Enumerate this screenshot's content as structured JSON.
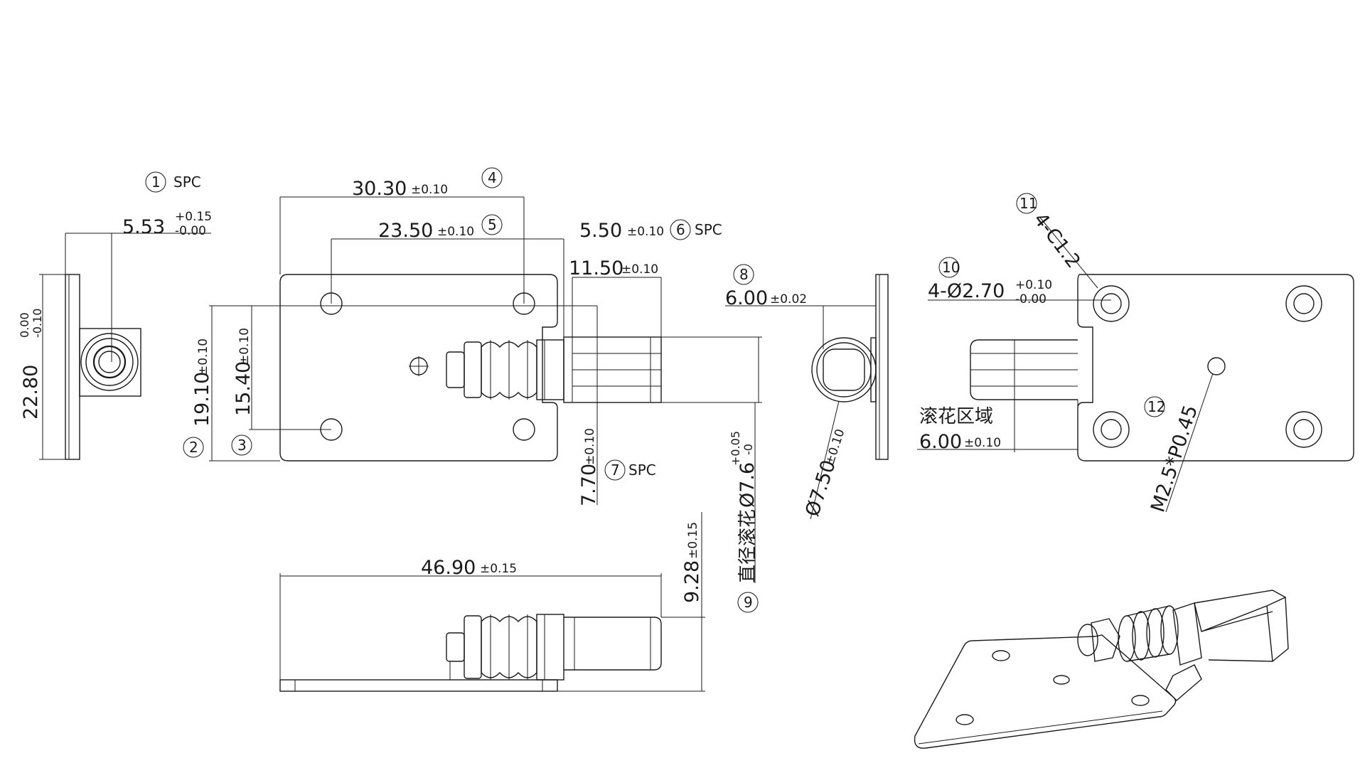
{
  "balloons": {
    "b1": "1",
    "b2": "2",
    "b3": "3",
    "b4": "4",
    "b5": "5",
    "b6": "6",
    "b7": "7",
    "b8": "8",
    "b9": "9",
    "b10": "10",
    "b11": "11",
    "b12": "12"
  },
  "material": {
    "spc1": "SPC",
    "spc6": "SPC",
    "spc7": "SPC"
  },
  "dims": {
    "d553": {
      "value": "5.53",
      "tol_upper": "+0.15",
      "tol_lower": "-0.00"
    },
    "d2280": {
      "value": "22.80",
      "tol_upper": "0.00",
      "tol_lower": "-0.10"
    },
    "d3030": {
      "value": "30.30",
      "tol": "±0.10"
    },
    "d2350": {
      "value": "23.50",
      "tol": "±0.10"
    },
    "d550": {
      "value": "5.50",
      "tol": "±0.10"
    },
    "d1150": {
      "value": "11.50",
      "tol": "±0.10"
    },
    "d1910": {
      "value": "19.10",
      "tol": "±0.10"
    },
    "d1540": {
      "value": "15.40",
      "tol": "±0.10"
    },
    "d770": {
      "value": "7.70",
      "tol": "±0.10"
    },
    "d4690": {
      "value": "46.90",
      "tol": "±0.15"
    },
    "d928": {
      "value": "9.28",
      "tol": "±0.15"
    },
    "d600a": {
      "value": "6.00",
      "tol": "±0.02"
    },
    "d750": {
      "value": "Ø7.50",
      "tol": "±0.10"
    },
    "d76": {
      "prefix": "直径滚花",
      "value": "Ø7.6",
      "tol_upper": "+0.05",
      "tol_lower": "-0"
    },
    "d270": {
      "value": "4-Ø2.70",
      "tol_upper": "+0.10",
      "tol_lower": "-0.00"
    },
    "dc12": {
      "value": "4-C1.2"
    },
    "knurl": {
      "label": "滚花区域"
    },
    "d600b": {
      "value": "6.00",
      "tol": "±0.10"
    },
    "thread": {
      "value": "M2.5*P0.45"
    }
  }
}
